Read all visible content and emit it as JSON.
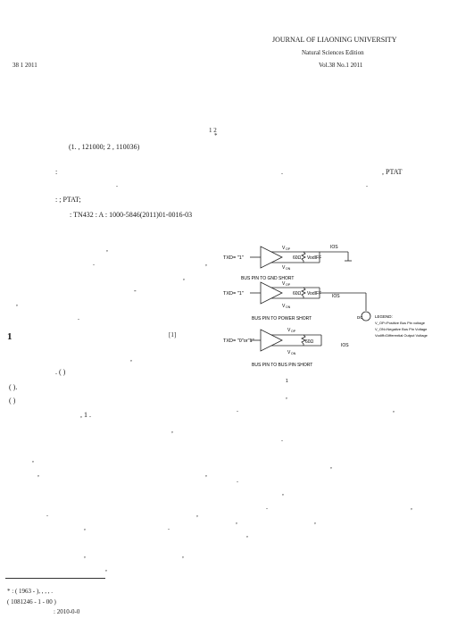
{
  "header": {
    "journal_name": "JOURNAL OF LIAONING UNIVERSITY",
    "journal_edition": "Natural Sciences Edition",
    "volume_issue_left": "38    1    2011",
    "volume_issue_right": "Vol.38  No.1  2011"
  },
  "title_block": {
    "author_marks": "1        2",
    "dagger_mark": "*",
    "affiliation_line": "(1.                    ,           121000; 2                       ,         110036)"
  },
  "abstract": {
    "colon_mark": ":",
    "period_mark_1": ".",
    "ptat_term": ",     PTAT",
    "dot_a": ".",
    "dot_b": ".",
    "keywords_line": ":        ;  PTAT;",
    "classification_line": ": TN432                   : A                 : 1000-5846(2011)01-0016-03"
  },
  "figure": {
    "panel1": {
      "input_label": "TXD= \"1\"",
      "top_label": "V",
      "top_sub": "OP",
      "bottom_label": "V",
      "bottom_sub": "ON",
      "resistor_label": "60Ω",
      "vod_label": "VodIFF",
      "current_label": "IOS",
      "caption": "BUS PIN TO GND SHORT"
    },
    "panel2": {
      "input_label": "TXD= \"1\"",
      "top_label": "V",
      "top_sub": "OP",
      "bottom_label": "V",
      "bottom_sub": "ON",
      "resistor_label": "60Ω",
      "vod_label": "VodIFF",
      "current_label": "IOS",
      "caption": "BUS PIN TO POWER SHORT"
    },
    "panel3": {
      "input_label": "TXD= \"0\"or\"1\"",
      "top_label": "V",
      "top_sub": "OP",
      "bottom_label": "V",
      "bottom_sub": "ON",
      "resistor_label": "60Ω",
      "current_label": "IOS",
      "caption": "BUS PIN TO BUS PIN SHORT"
    },
    "legend": {
      "dc_label": "DC",
      "title": "LEGEND:",
      "line1": "V_OP=Positive Bus Pin voltage",
      "line2": "V_ON=Negative Bus Pin Voltage",
      "line3": "Vodiff=Differential Output Voltage"
    },
    "fig_number": "1"
  },
  "body": {
    "section_number": "1",
    "citation": "[1]",
    "frag_comma_1": ",",
    "frag_dot_1": ".",
    "frag_comma_2": ",",
    "frag_comma_3": ",",
    "frag_dash": "-",
    "frag_comma_4": ",",
    "frag_dot_2": ".",
    "frag_comma_5": ",",
    "frag_paren_line": ".                          (            )",
    "frag_open_1": "(              ).",
    "frag_open_2": "(               )",
    "frag_fig_ref": ",        1      .",
    "frag_comma_6": ",",
    "frag_comma_7": ",",
    "frag_dot_3": ".",
    "frag_comma_8": ",",
    "frag_comma_9": ",",
    "frag_comma_10": ",",
    "frag_comma_11": ",",
    "frag_dot_4": ".",
    "frag_comma_12": ",",
    "frag_comma_13": ",",
    "frag_comma_14": ",",
    "frag_dot_5": ".",
    "frag_comma_15": ",",
    "frag_comma_16": ",",
    "frag_comma_17": ",",
    "frag_comma_18": ",",
    "frag_dot_6": ".",
    "frag_dot_7": ".",
    "frag_comma_19": ",",
    "frag_comma_20": ",",
    "frag_dot_8": ".",
    "frag_comma_21": ",",
    "frag_comma_22": ","
  },
  "footnote": {
    "line1": "*              :      ( 1963 - ),   ,          ,          ,                 .",
    "line2": "                       ( 1081246 - 1 - 00 )",
    "line3": ": 2010-0-0"
  }
}
